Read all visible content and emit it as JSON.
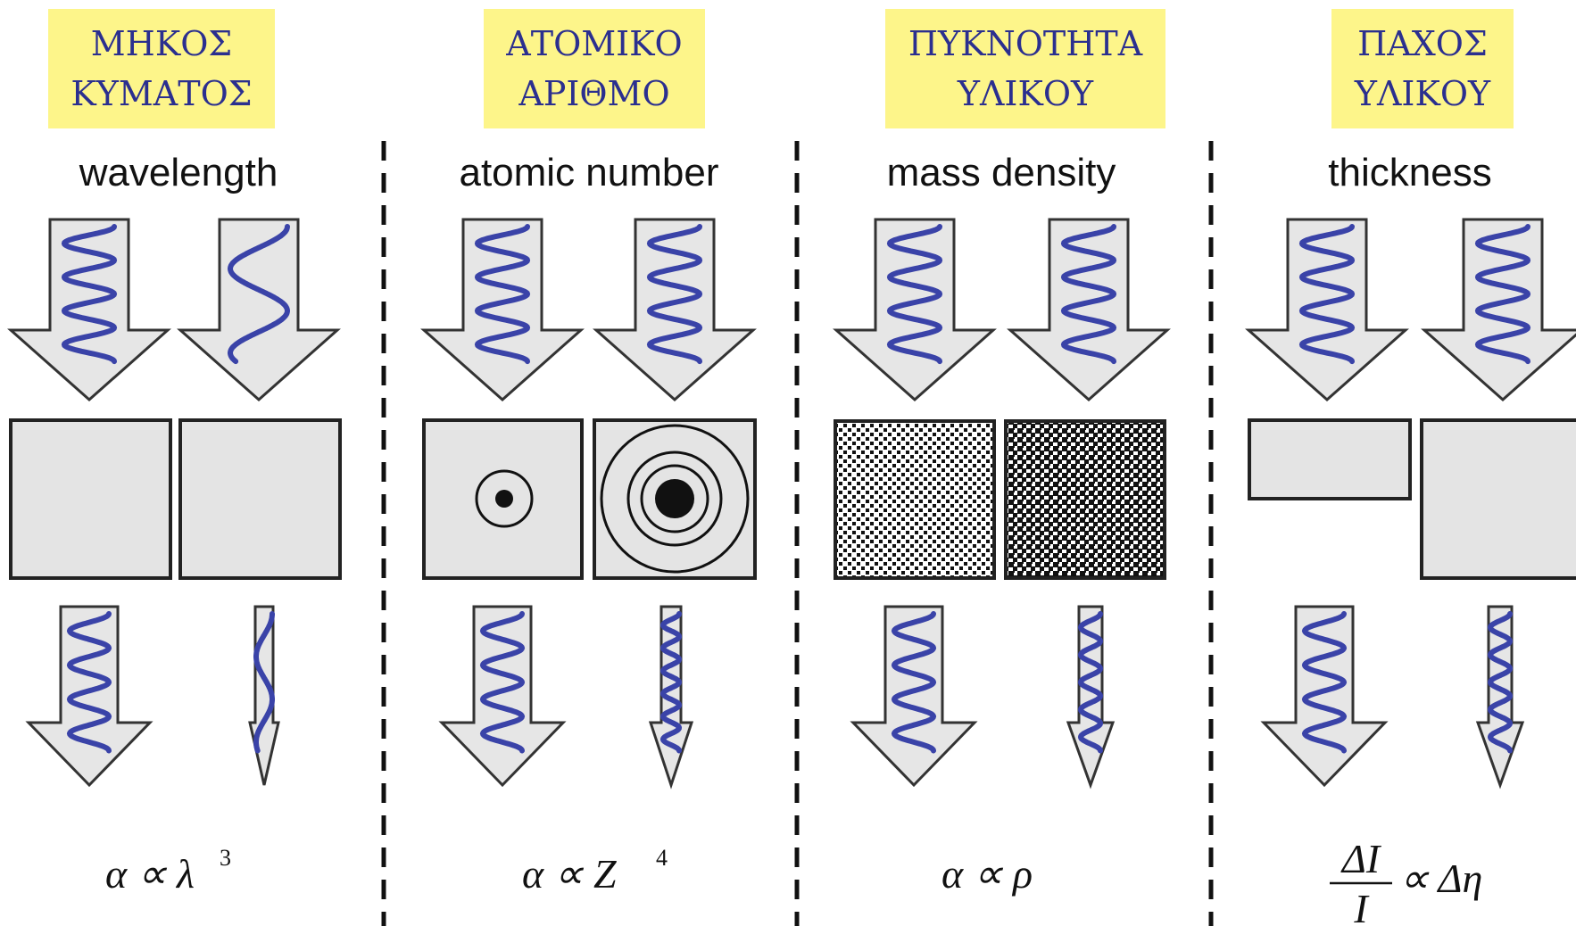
{
  "panels": [
    {
      "greek_label": [
        "ΜΗΚΟΣ",
        "ΚΥΜΑΤΟΣ"
      ],
      "english_label": "wavelength",
      "formula": {
        "lhs": "α ∝ λ",
        "sup": "3"
      }
    },
    {
      "greek_label": [
        "ΑΤΟΜΙΚΟ",
        "ΑΡΙΘΜΟ"
      ],
      "english_label": "atomic number",
      "formula": {
        "lhs": "α ∝ Z",
        "sup": "4"
      }
    },
    {
      "greek_label": [
        "ΠΥΚΝΟΤΗΤΑ",
        "ΥΛΙΚΟΥ"
      ],
      "english_label": "mass density",
      "formula": {
        "lhs": "α ∝ ρ",
        "sup": ""
      }
    },
    {
      "greek_label": [
        "ΠΑΧΟΣ",
        "ΥΛΙΚΟΥ"
      ],
      "english_label": "thickness",
      "formula": {
        "num": "ΔI",
        "den": "I",
        "rhs": "∝ Δη"
      }
    }
  ],
  "colors": {
    "label_bg": "#fdf58a",
    "label_text": "#2b2f8f",
    "wave": "#3a43a8",
    "arrow_fill": "#e6e6e6",
    "block_fill": "#e4e4e4",
    "outline": "#222222",
    "divider": "#111111"
  }
}
